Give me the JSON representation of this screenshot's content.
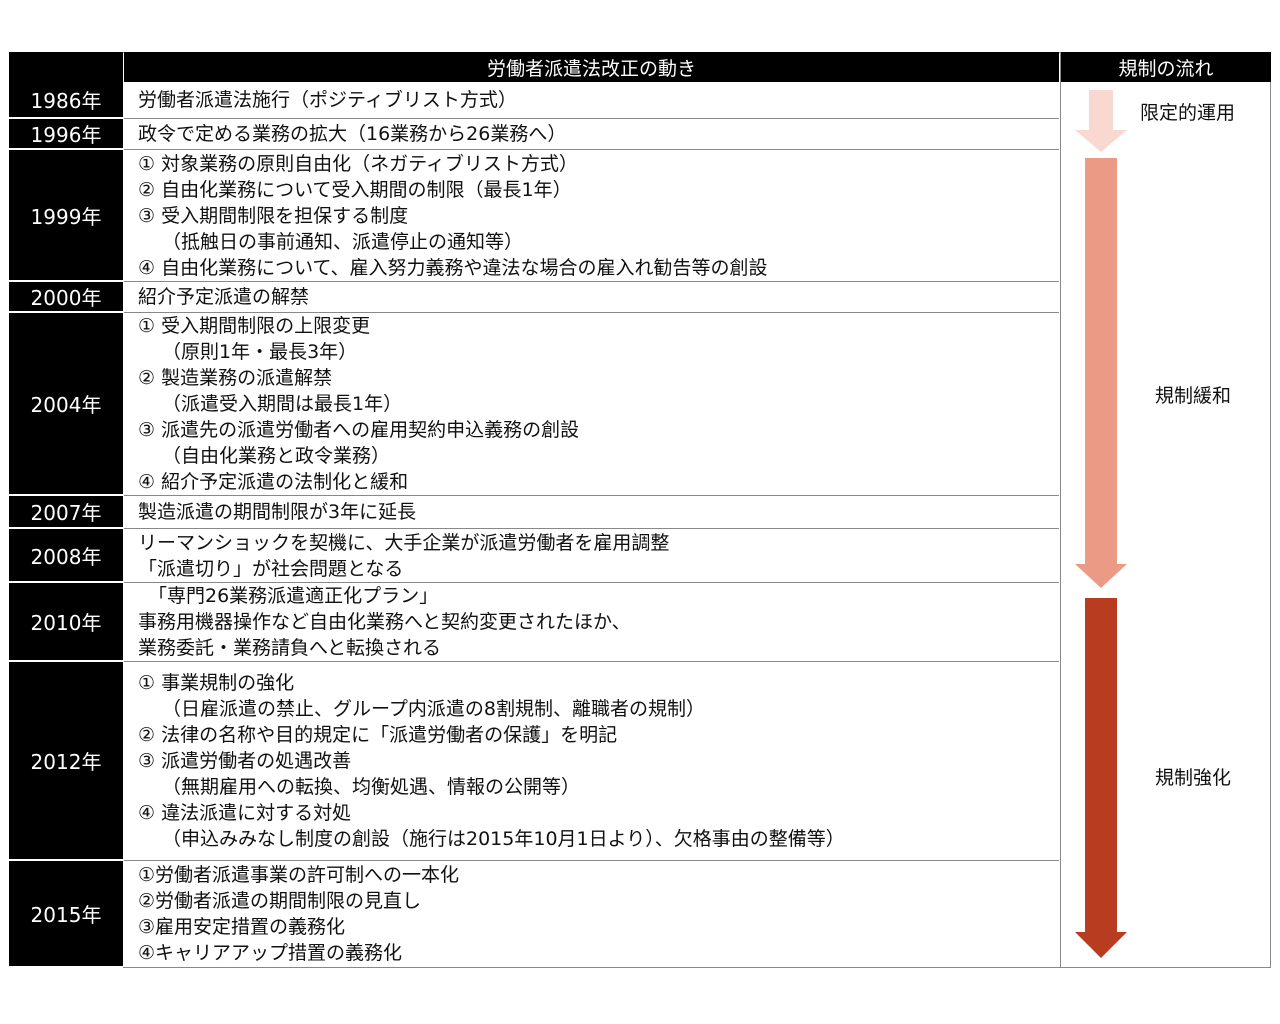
{
  "header": {
    "title": "労働者派遣法改正の動き",
    "flow": "規制の流れ"
  },
  "rows": [
    {
      "year": "1986年",
      "lines": [
        "労働者派遣法施行（ポジティブリスト方式）"
      ]
    },
    {
      "year": "1996年",
      "lines": [
        "政令で定める業務の拡大（16業務から26業務へ）"
      ]
    },
    {
      "year": "1999年",
      "lines": [
        "① 対象業務の原則自由化（ネガティブリスト方式）",
        "② 自由化業務について受入期間の制限（最長1年）",
        "③ 受入期間制限を担保する制度",
        "（抵触日の事前通知、派遣停止の通知等）",
        "④ 自由化業務について、雇入努力義務や違法な場合の雇入れ勧告等の創設"
      ]
    },
    {
      "year": "2000年",
      "lines": [
        "紹介予定派遣の解禁"
      ]
    },
    {
      "year": "2004年",
      "lines": [
        "① 受入期間制限の上限変更",
        "（原則1年・最長3年）",
        "② 製造業務の派遣解禁",
        "（派遣受入期間は最長1年）",
        "③ 派遣先の派遣労働者への雇用契約申込義務の創設",
        "（自由化業務と政令業務）",
        "④ 紹介予定派遣の法制化と緩和"
      ]
    },
    {
      "year": "2007年",
      "lines": [
        "製造派遣の期間制限が3年に延長"
      ]
    },
    {
      "year": "2008年",
      "lines": [
        "リーマンショックを契機に、大手企業が派遣労働者を雇用調整",
        "「派遣切り」が社会問題となる"
      ]
    },
    {
      "year": "2010年",
      "lines": [
        "「専門26業務派遣適正化プラン」",
        "事務用機器操作など自由化業務へと契約変更されたほか、",
        "業務委託・業務請負へと転換される"
      ]
    },
    {
      "year": "2012年",
      "lines": [
        "① 事業規制の強化",
        "（日雇派遣の禁止、グループ内派遣の8割規制、離職者の規制）",
        "② 法律の名称や目的規定に「派遣労働者の保護」を明記",
        "③ 派遣労働者の処遇改善",
        "（無期雇用への転換、均衡処遇、情報の公開等）",
        "④ 違法派遣に対する対処",
        "（申込みみなし制度の創設（施行は2015年10月1日より）、欠格事由の整備等）"
      ]
    },
    {
      "year": "2015年",
      "lines": [
        "①労働者派遣事業の許可制への一本化",
        "②労働者派遣の期間制限の見直し",
        "③雇用安定措置の義務化",
        "④キャリアアップ措置の義務化"
      ]
    }
  ],
  "flow_stages": [
    {
      "label": "限定的運用",
      "color": "#f8d8d0"
    },
    {
      "label": "規制緩和",
      "color": "#eb9b85"
    },
    {
      "label": "規制強化",
      "color": "#b83c20"
    }
  ]
}
